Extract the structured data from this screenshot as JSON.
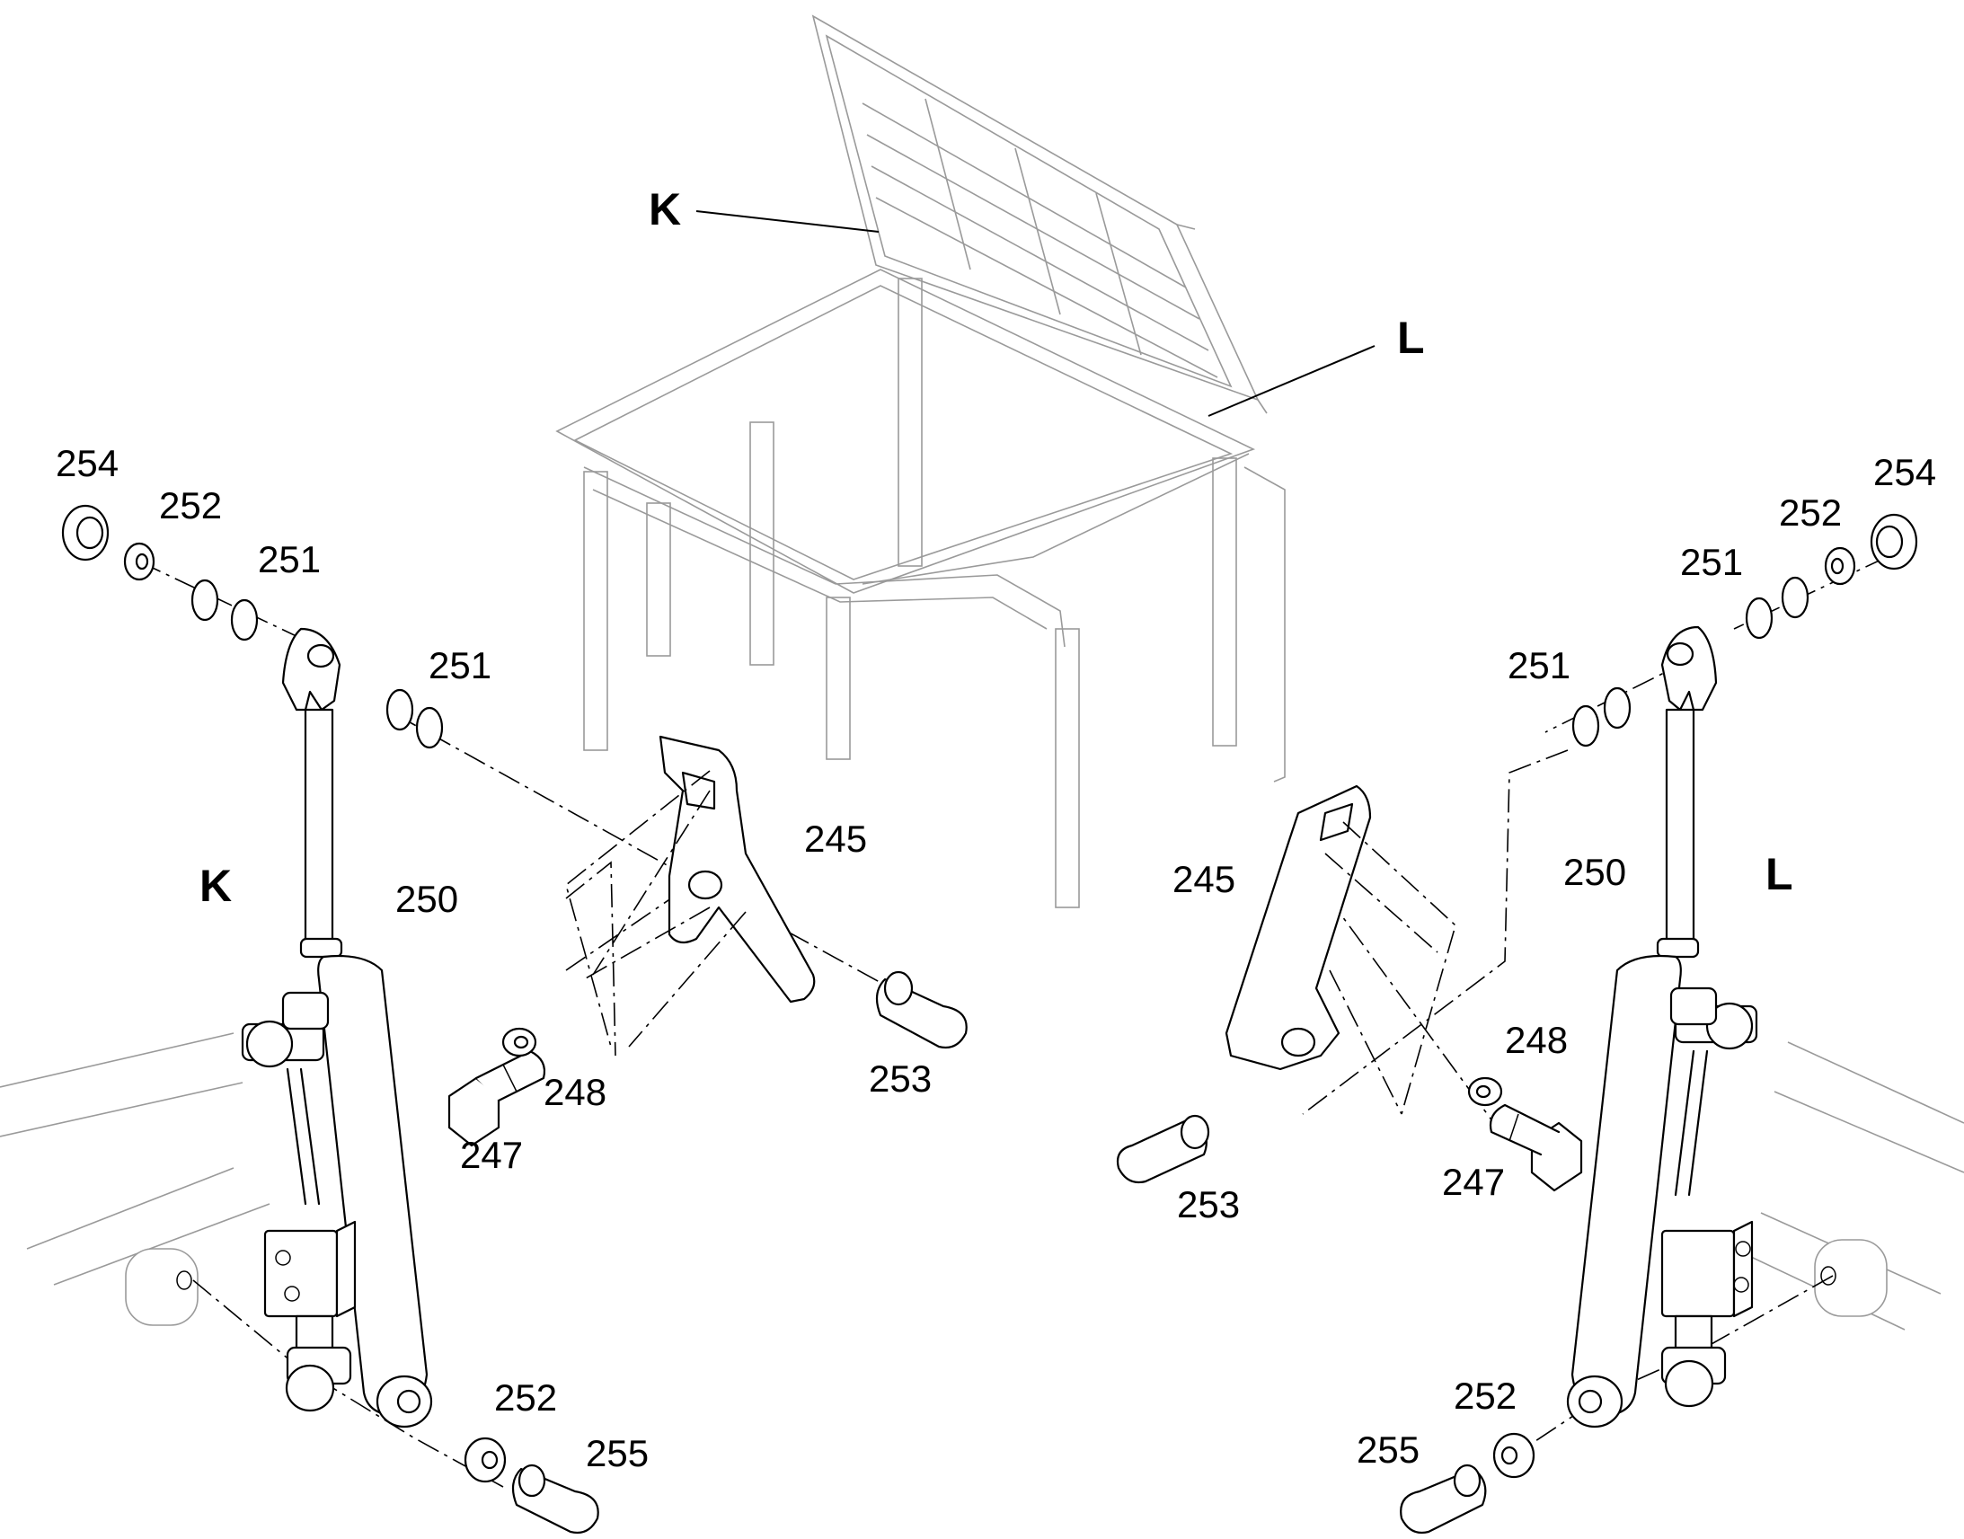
{
  "labels": {
    "K_top": "K",
    "L_top": "L",
    "K_side": "K",
    "L_side": "L",
    "left_254": "254",
    "left_252_top": "252",
    "left_251_top": "251",
    "left_251_mid": "251",
    "left_250": "250",
    "left_245": "245",
    "left_248": "248",
    "left_247": "247",
    "left_253": "253",
    "left_252_bottom": "252",
    "left_255": "255",
    "right_254": "254",
    "right_252_top": "252",
    "right_251_top": "251",
    "right_251_mid": "251",
    "right_250": "250",
    "right_245": "245",
    "right_248": "248",
    "right_247": "247",
    "right_253": "253",
    "right_252_bottom": "252",
    "right_255": "255"
  },
  "colors": {
    "ink": "#000000",
    "ghost": "#9a9a9a",
    "background": "#ffffff"
  }
}
